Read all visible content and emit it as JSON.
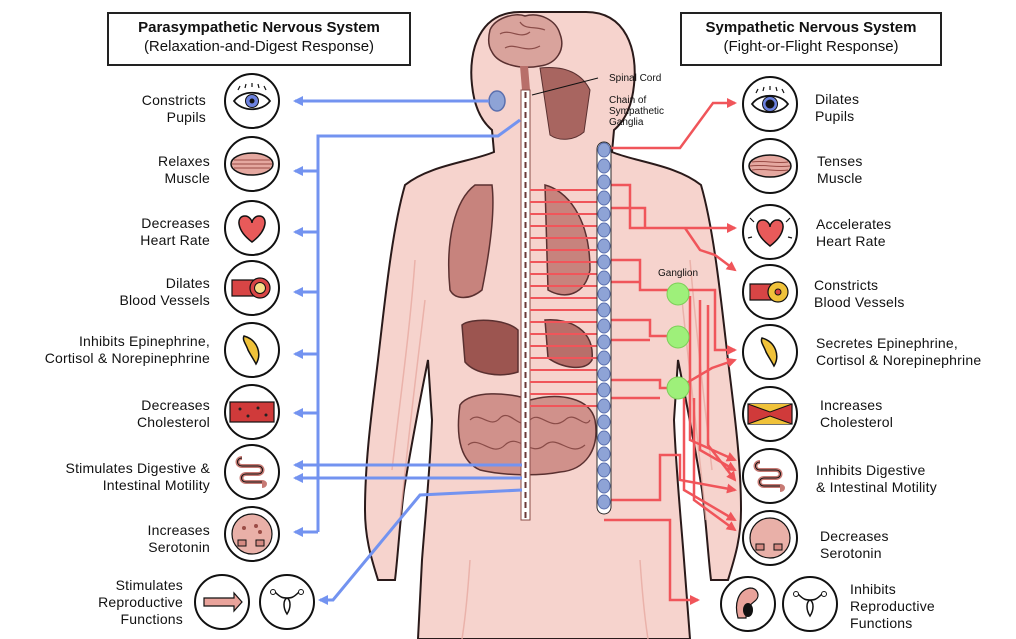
{
  "parasympathetic": {
    "title": "Parasympathetic Nervous System",
    "subtitle": "(Relaxation-and-Digest Response)",
    "effects": [
      {
        "line1": "Constricts",
        "line2": "Pupils",
        "icon": "eye-icon"
      },
      {
        "line1": "Relaxes",
        "line2": "Muscle",
        "icon": "muscle-icon"
      },
      {
        "line1": "Decreases",
        "line2": "Heart Rate",
        "icon": "heart-icon"
      },
      {
        "line1": "Dilates",
        "line2": "Blood Vessels",
        "icon": "blood-vessel-icon"
      },
      {
        "line1": "Inhibits Epinephrine,",
        "line2": "Cortisol & Norepinephrine",
        "icon": "adrenal-gland-icon"
      },
      {
        "line1": "Decreases",
        "line2": "Cholesterol",
        "icon": "artery-cholesterol-icon"
      },
      {
        "line1": "Stimulates Digestive &",
        "line2": "Intestinal Motility",
        "icon": "intestine-icon"
      },
      {
        "line1": "Increases",
        "line2": "Serotonin",
        "icon": "serotonin-cell-icon"
      },
      {
        "line1": "Stimulates",
        "line2": "Reproductive",
        "line3": "Functions",
        "icon": "reproductive-icon"
      }
    ]
  },
  "sympathetic": {
    "title": "Sympathetic Nervous System",
    "subtitle": "(Fight-or-Flight Response)",
    "effects": [
      {
        "line1": "Dilates",
        "line2": "Pupils",
        "icon": "eye-icon"
      },
      {
        "line1": "Tenses",
        "line2": "Muscle",
        "icon": "muscle-icon"
      },
      {
        "line1": "Accelerates",
        "line2": "Heart Rate",
        "icon": "heart-icon"
      },
      {
        "line1": "Constricts",
        "line2": "Blood Vessels",
        "icon": "blood-vessel-icon"
      },
      {
        "line1": "Secretes Epinephrine,",
        "line2": "Cortisol & Norepinephrine",
        "icon": "adrenal-gland-icon"
      },
      {
        "line1": "Increases",
        "line2": "Cholesterol",
        "icon": "artery-cholesterol-icon"
      },
      {
        "line1": "Inhibits Digestive",
        "line2": "& Intestinal Motility",
        "icon": "intestine-icon"
      },
      {
        "line1": "Decreases",
        "line2": "Serotonin",
        "icon": "serotonin-cell-icon"
      },
      {
        "line1": "Inhibits",
        "line2": "Reproductive",
        "line3": "Functions",
        "icon": "reproductive-icon"
      }
    ]
  },
  "anatomy_labels": {
    "spinal_cord": "Spinal Cord",
    "chain_line1": "Chain of",
    "chain_line2": "Sympathetic",
    "chain_line3": "Ganglia",
    "ganglion": "Ganglion"
  },
  "colors": {
    "parasympathetic_nerve": "#7393f0",
    "sympathetic_nerve": "#f0555a",
    "body_skin": "#f6d3cd",
    "organ": "#b86f6a",
    "ganglion": "#9ef07a",
    "chain_node": "#8ea3d6"
  }
}
